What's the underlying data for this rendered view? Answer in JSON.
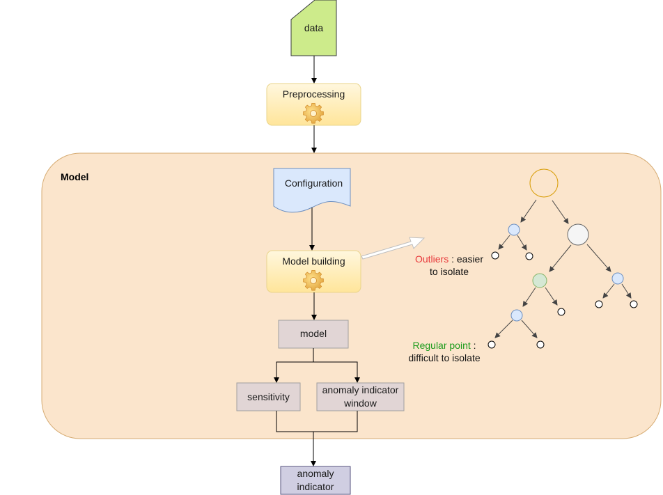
{
  "nodes": {
    "data": "data",
    "preprocessing": "Preprocessing",
    "model_container": "Model",
    "configuration": "Configuration",
    "model_building": "Model building",
    "model": "model",
    "sensitivity": "sensitivity",
    "anomaly_indicator_window": "anomaly indicator window",
    "anomaly_indicator": "anomaly indicator"
  },
  "tree": {
    "outliers_word": "Outliers",
    "outliers_rest_line1": " : easier",
    "outliers_rest_line2": "to isolate",
    "regular_word": "Regular point",
    "regular_rest_line1": " :",
    "regular_rest_line2": "difficult to isolate"
  },
  "colors": {
    "data_fill": "#cdeb8b",
    "process_fill": "#fff2cc",
    "model_bg": "#fbe5cc",
    "config_fill": "#dae8fc",
    "box_fill": "#e1d5d5",
    "output_fill": "#d0cee2",
    "outliers": "#e8393b",
    "regular": "#1a9a1a"
  },
  "icons": [
    "gear-icon"
  ]
}
